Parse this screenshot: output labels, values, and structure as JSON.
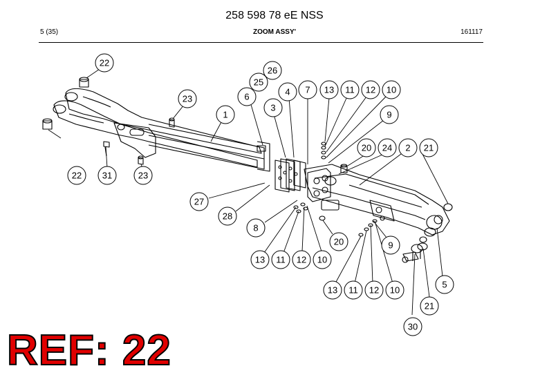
{
  "header": {
    "document_number": "258 598 78 eE NSS",
    "page": "5 (35)",
    "section": "ZOOM ASSY'",
    "date": "161117"
  },
  "callouts": [
    "22",
    "23",
    "1",
    "6",
    "25",
    "26",
    "4",
    "7",
    "13",
    "11",
    "12",
    "10",
    "3",
    "9",
    "20",
    "24",
    "2",
    "21",
    "22",
    "31",
    "23",
    "27",
    "28",
    "8",
    "13",
    "11",
    "12",
    "10",
    "20",
    "9",
    "13",
    "11",
    "12",
    "10",
    "5",
    "21",
    "30"
  ],
  "reference": {
    "label": "REF: 22",
    "color": "#e00000"
  }
}
